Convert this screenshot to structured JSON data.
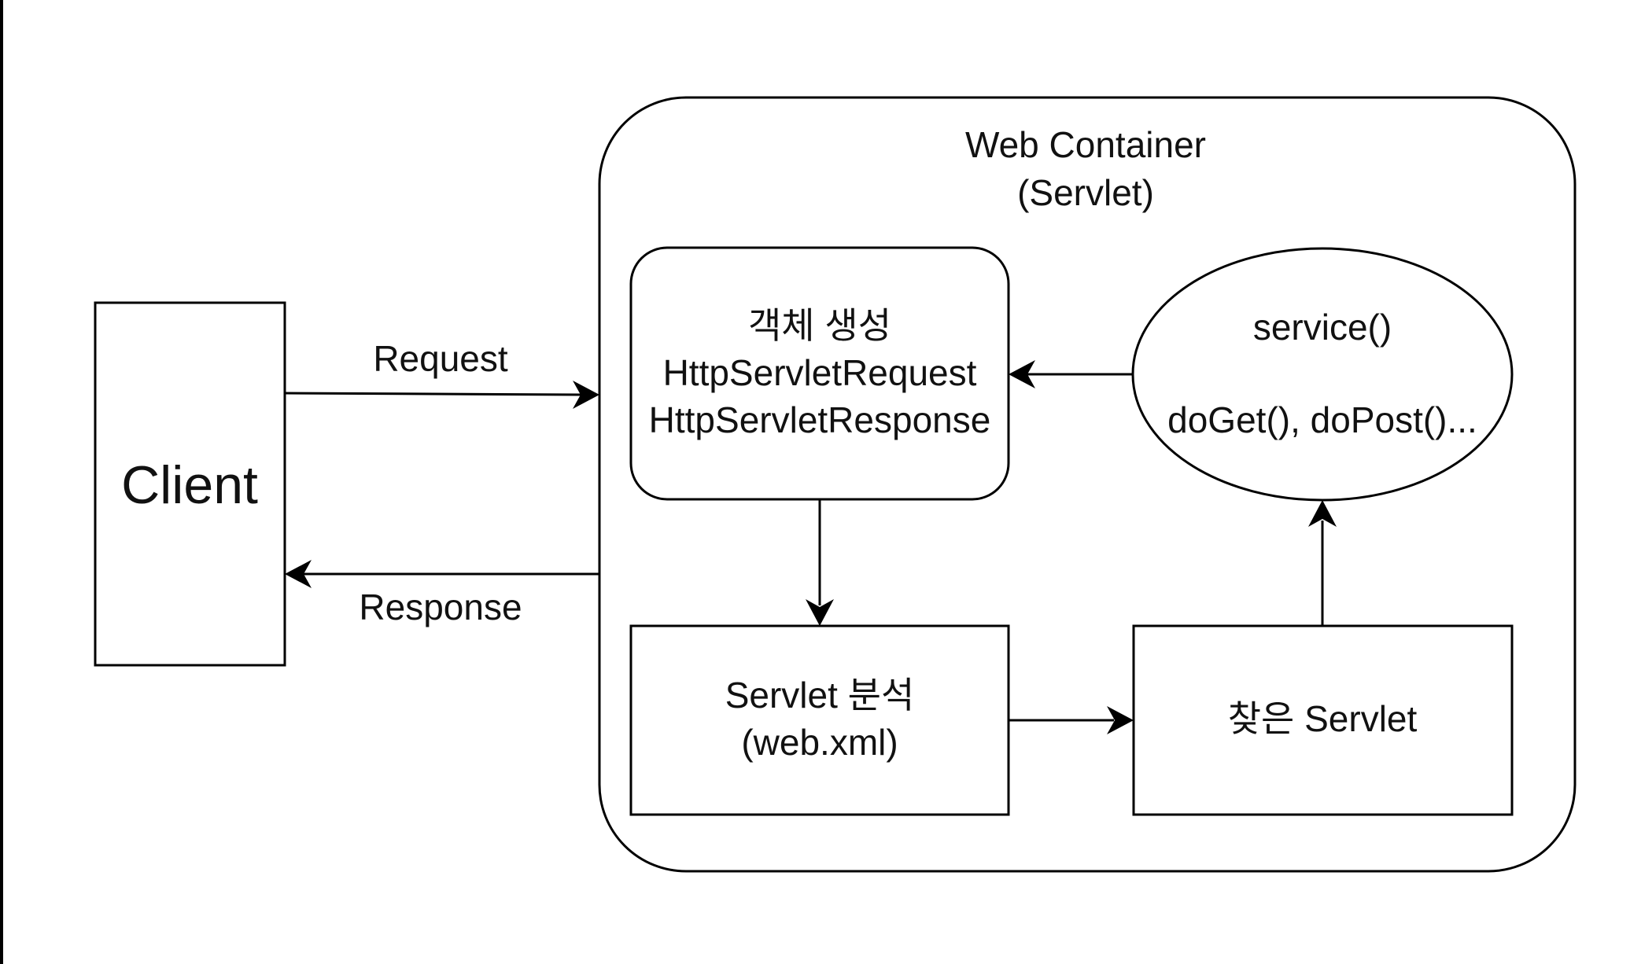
{
  "diagram": {
    "client": {
      "label": "Client"
    },
    "edges": {
      "request": "Request",
      "response": "Response"
    },
    "container": {
      "title_line1": "Web Container",
      "title_line2": "(Servlet)"
    },
    "create_objects": {
      "line1": "객체 생성",
      "line2": "HttpServletRequest",
      "line3": "HttpServletResponse"
    },
    "service_methods": {
      "line1": "service()",
      "line2": "doGet(), doPost()..."
    },
    "servlet_analysis": {
      "line1": "Servlet 분석",
      "line2": "(web.xml)"
    },
    "found_servlet": {
      "label": "찾은 Servlet"
    }
  },
  "colors": {
    "stroke": "#000000",
    "fill": "#ffffff",
    "text": "#111111"
  }
}
